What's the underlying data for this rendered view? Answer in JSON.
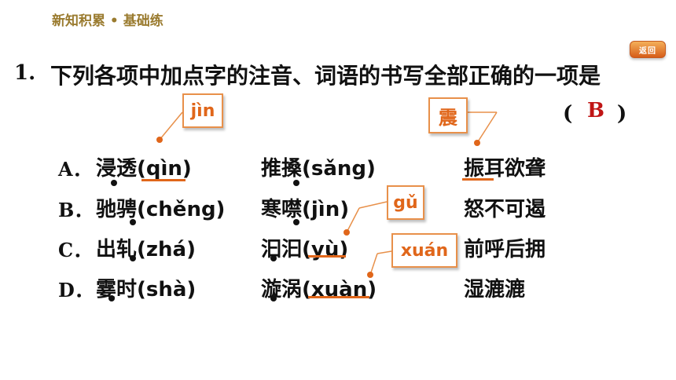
{
  "header": {
    "section": "新知积累 • 基础练"
  },
  "back_button": {
    "label": "返回"
  },
  "question": {
    "number": "1.",
    "text": "下列各项中加点字的注音、词语的书写全部正确的一项是",
    "paren_left": "(",
    "paren_right": ")",
    "answer": "B"
  },
  "options": [
    {
      "letter": "A．",
      "col1": "浸透(qìn)",
      "col2": "推搡(sǎng)",
      "col3": "振耳欲聋"
    },
    {
      "letter": "B．",
      "col1": "驰骋(chěng)",
      "col2": "寒噤(jìn)",
      "col3": "怒不可遏"
    },
    {
      "letter": "C．",
      "col1": "出轧(zhá)",
      "col2": "汩汩(yù)",
      "col3": "前呼后拥"
    },
    {
      "letter": "D．",
      "col1": "霎时(shà)",
      "col2": "漩涡(xuàn)",
      "col3": "湿漉漉"
    }
  ],
  "corrections": {
    "jin": "jìn",
    "zhen": "震",
    "gu": "gǔ",
    "xuan": "xuán"
  },
  "colors": {
    "accent": "#e0661a",
    "answer": "#c01515",
    "header": "#9a7b2f"
  }
}
